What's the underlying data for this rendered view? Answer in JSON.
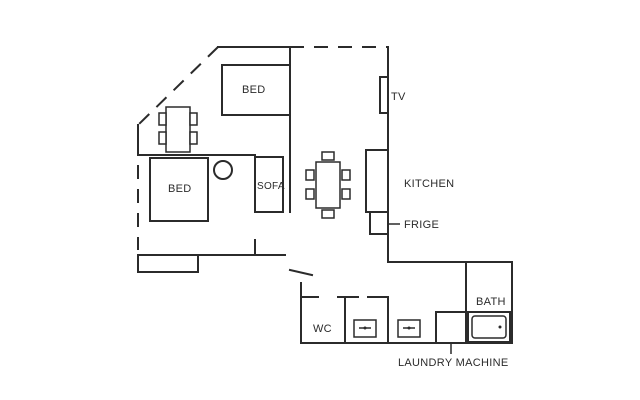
{
  "plan": {
    "line_color": "#2b2b2b",
    "background": "#ffffff",
    "labels": {
      "bed_top": "BED",
      "bed_left": "BED",
      "sofa": "SOFA",
      "tv": "TV",
      "kitchen": "KITCHEN",
      "frige": "FRIGE",
      "bath": "BATH",
      "wc": "WC",
      "laundry": "LAUNDRY MACHINE"
    }
  }
}
